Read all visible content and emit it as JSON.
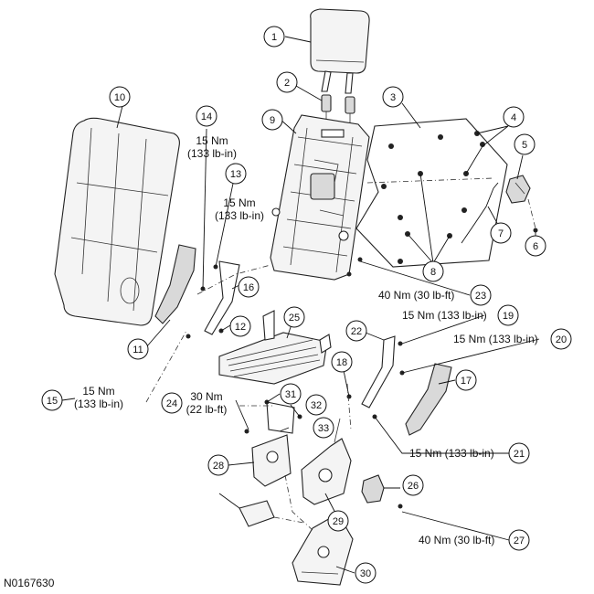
{
  "figure_id": "N0167630",
  "callouts": [
    "1",
    "2",
    "3",
    "4",
    "5",
    "6",
    "7",
    "8",
    "9",
    "10",
    "11",
    "12",
    "13",
    "14",
    "15",
    "16",
    "17",
    "18",
    "19",
    "20",
    "21",
    "22",
    "23",
    "24",
    "25",
    "26",
    "27",
    "28",
    "29",
    "30",
    "31",
    "32",
    "33"
  ],
  "torque": {
    "t14_a": "15 Nm",
    "t14_b": "(133 lb-in)",
    "t13_a": "15 Nm",
    "t13_b": "(133 lb-in)",
    "t15_a": "15 Nm",
    "t15_b": "(133 lb-in)",
    "t24_a": "30 Nm",
    "t24_b": "(22 lb-ft)",
    "t19": "15 Nm (133 lb-in)",
    "t20": "15 Nm (133 lb-in)",
    "t21": "15 Nm (133 lb-in)",
    "t23": "40 Nm (30 lb-ft)",
    "t27": "40 Nm (30 lb-ft)"
  }
}
